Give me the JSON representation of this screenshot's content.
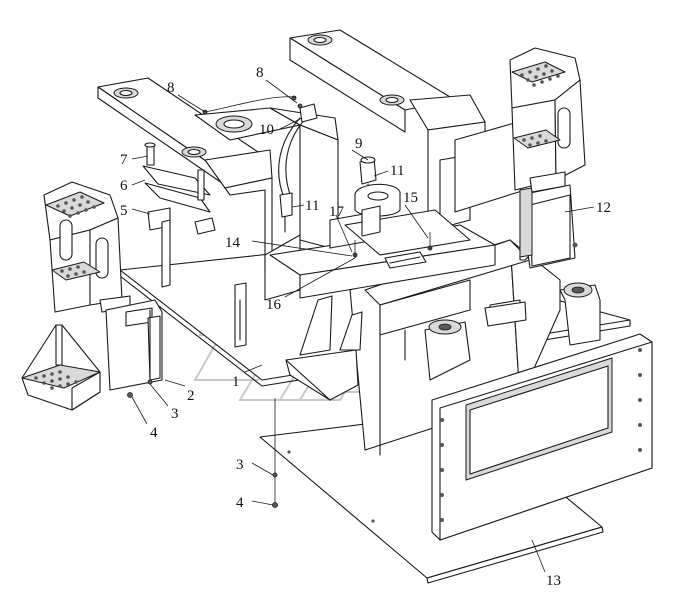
{
  "diagram": {
    "callouts": [
      {
        "id": "c1",
        "text": "1"
      },
      {
        "id": "c2",
        "text": "2"
      },
      {
        "id": "c3a",
        "text": "3"
      },
      {
        "id": "c3b",
        "text": "3"
      },
      {
        "id": "c4a",
        "text": "4"
      },
      {
        "id": "c4b",
        "text": "4"
      },
      {
        "id": "c5",
        "text": "5"
      },
      {
        "id": "c6",
        "text": "6"
      },
      {
        "id": "c7",
        "text": "7"
      },
      {
        "id": "c8a",
        "text": "8"
      },
      {
        "id": "c8b",
        "text": "8"
      },
      {
        "id": "c9",
        "text": "9"
      },
      {
        "id": "c10",
        "text": "10"
      },
      {
        "id": "c11a",
        "text": "11"
      },
      {
        "id": "c11b",
        "text": "11"
      },
      {
        "id": "c12",
        "text": "12"
      },
      {
        "id": "c13",
        "text": "13"
      },
      {
        "id": "c14",
        "text": "14"
      },
      {
        "id": "c15",
        "text": "15"
      },
      {
        "id": "c16",
        "text": "16"
      },
      {
        "id": "c17",
        "text": "17"
      }
    ]
  }
}
